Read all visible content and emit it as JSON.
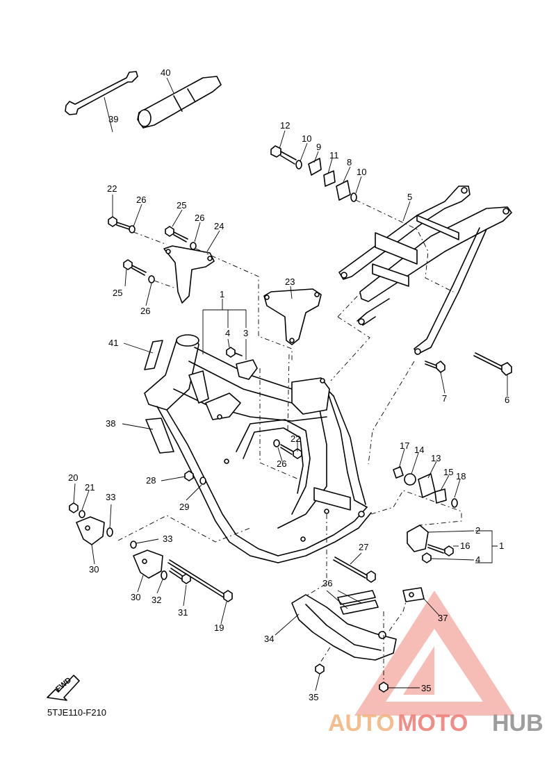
{
  "diagram_code": "5TJE110-F210",
  "fwd_label": "FWD",
  "watermark": {
    "part1": "AUTO",
    "part2": "MOTO",
    "part3": "HUB"
  },
  "labels": {
    "l1a": "1",
    "l1b": "1",
    "l2": "2",
    "l3a": "3",
    "l4a": "4",
    "l4b": "4",
    "l5": "5",
    "l6": "6",
    "l7": "7",
    "l8": "8",
    "l9": "9",
    "l10a": "10",
    "l10b": "10",
    "l11": "11",
    "l12": "12",
    "l13": "13",
    "l14": "14",
    "l15": "15",
    "l16": "16",
    "l17": "17",
    "l18": "18",
    "l19": "19",
    "l20": "20",
    "l21": "21",
    "l22a": "22",
    "l22b": "22",
    "l23": "23",
    "l24": "24",
    "l25a": "25",
    "l25b": "25",
    "l26a": "26",
    "l26b": "26",
    "l26c": "26",
    "l26d": "26",
    "l27": "27",
    "l28": "28",
    "l29": "29",
    "l30a": "30",
    "l30b": "30",
    "l31": "31",
    "l32": "32",
    "l33a": "33",
    "l33b": "33",
    "l34": "34",
    "l35a": "35",
    "l35b": "35",
    "l36": "36",
    "l37": "37",
    "l38": "38",
    "l39": "39",
    "l40": "40",
    "l41": "41"
  }
}
